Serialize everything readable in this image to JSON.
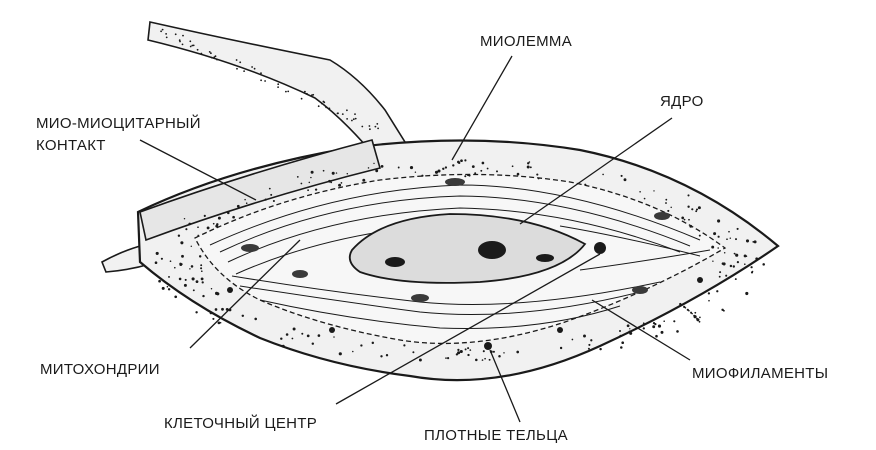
{
  "labels": {
    "miolemma": "МИОЛЕММА",
    "yadro": "ЯДРО",
    "contact_line1": "МИО-МИОЦИТАРНЫЙ",
    "contact_line2": "КОНТАКТ",
    "mitochondria": "МИТОХОНДРИИ",
    "myofilaments": "МИОФИЛАМЕНТЫ",
    "cell_center": "КЛЕТОЧНЫЙ ЦЕНТР",
    "dense_bodies": "ПЛОТНЫЕ ТЕЛЬЦА"
  },
  "colors": {
    "ink": "#1a1a1a",
    "fill": "#f1f1f1",
    "background": "#ffffff"
  }
}
